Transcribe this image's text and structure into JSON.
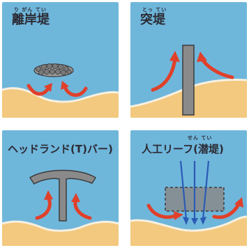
{
  "colors": {
    "sea": "#6fb6db",
    "sand": "#f3c97f",
    "sand_edge": "#f7f0e1",
    "structure": "#8a8a8a",
    "structure_outline": "#3b3b3b",
    "current_arrow": "#e0402a",
    "wave_arrow": "#2a5bb5",
    "text": "#2b2b33"
  },
  "panels": [
    {
      "title": "離岸堤",
      "ruby": "り がん てい",
      "icon": "detached-breakwater"
    },
    {
      "title": "突堤",
      "ruby": "とっ てい",
      "icon": "groin"
    },
    {
      "title": "ヘッドランド(T)バー)",
      "icon": "headland-t-bar"
    },
    {
      "title": "人工リーフ(潜堤)",
      "ruby": "せん てい",
      "icon": "artificial-reef"
    }
  ]
}
